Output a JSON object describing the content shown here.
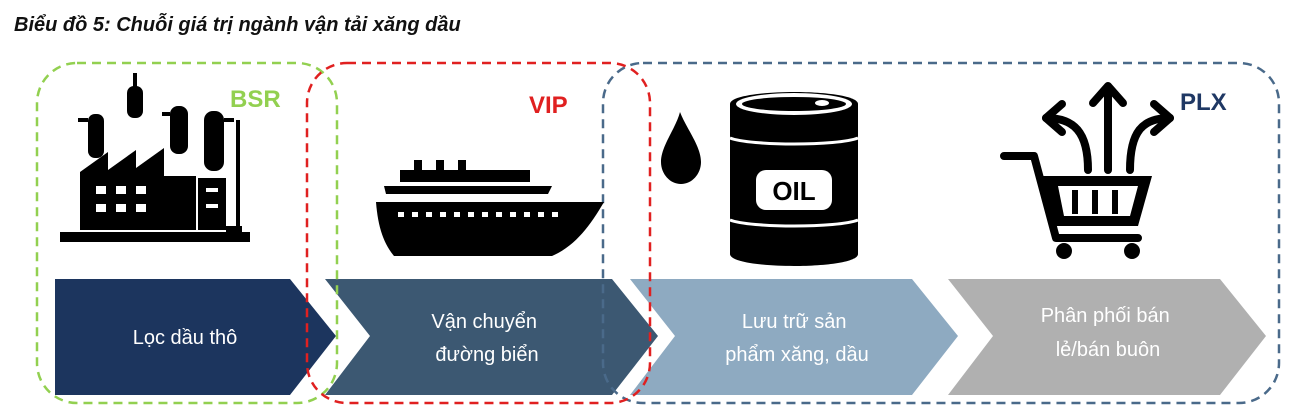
{
  "title": "Biểu đồ 5: Chuỗi giá trị ngành vận tải xăng dầu",
  "companies": [
    {
      "label": "BSR",
      "color": "#92d050"
    },
    {
      "label": "VIP",
      "color": "#e02020"
    },
    {
      "label": "PLX",
      "color": "#1f3864"
    }
  ],
  "stages": [
    {
      "lines": [
        "Lọc dầu thô"
      ],
      "color": "#1c355e"
    },
    {
      "lines": [
        "Vận chuyển",
        "đường biển"
      ],
      "color": "#3c5872"
    },
    {
      "lines": [
        "Lưu trữ sản",
        "phẩm xăng, dầu"
      ],
      "color": "#8eaac1"
    },
    {
      "lines": [
        "Phân phối bán",
        "lẻ/bán buôn"
      ],
      "color": "#b0b0b0"
    }
  ],
  "icons": {
    "refinery": "refinery-icon",
    "ship": "ship-icon",
    "drop": "oil-drop-icon",
    "barrel": "oil-barrel-icon",
    "barrel_text": "OIL",
    "cart": "shopping-cart-icon",
    "arrows": "distribution-arrows-icon"
  },
  "dash_color_blue": "#4a6a8a"
}
